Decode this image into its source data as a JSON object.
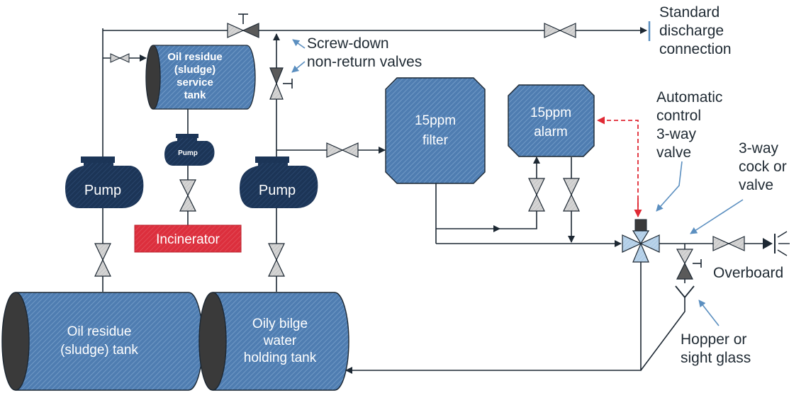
{
  "labels": {
    "standard_discharge_1": "Standard",
    "standard_discharge_2": "discharge",
    "standard_discharge_3": "connection",
    "screw_down_1": "Screw-down",
    "screw_down_2": "non-return valves",
    "automatic_1": "Automatic",
    "automatic_2": "control",
    "automatic_3": "3-way",
    "automatic_4": "valve",
    "cock_1": "3-way",
    "cock_2": "cock or",
    "cock_3": "valve",
    "overboard": "Overboard",
    "hopper_1": "Hopper or",
    "hopper_2": "sight glass"
  },
  "components": {
    "service_tank_1": "Oil residue",
    "service_tank_2": "(sludge)",
    "service_tank_3": "service",
    "service_tank_4": "tank",
    "filter_1": "15ppm",
    "filter_2": "filter",
    "alarm_1": "15ppm",
    "alarm_2": "alarm",
    "pump_left": "Pump",
    "pump_small": "Pump",
    "pump_right": "Pump",
    "incinerator": "Incinerator",
    "sludge_tank_1": "Oil residue",
    "sludge_tank_2": "(sludge) tank",
    "bilge_tank_1": "Oily bilge",
    "bilge_tank_2": "water",
    "bilge_tank_3": "holding tank"
  },
  "colors": {
    "tank_blue": "#4f7db1",
    "tank_blue_light": "#7ea5cf",
    "pump_navy": "#1c3557",
    "incinerator_red": "#dc2f3d",
    "valve_grey": "#d4d4d4",
    "valve_dark": "#5a5a5a",
    "auto_valve_blue": "#b9d3ea",
    "line_dark": "#1d2833",
    "pointer_blue": "#5b8fc0",
    "control_signal_red": "#e02a35"
  }
}
